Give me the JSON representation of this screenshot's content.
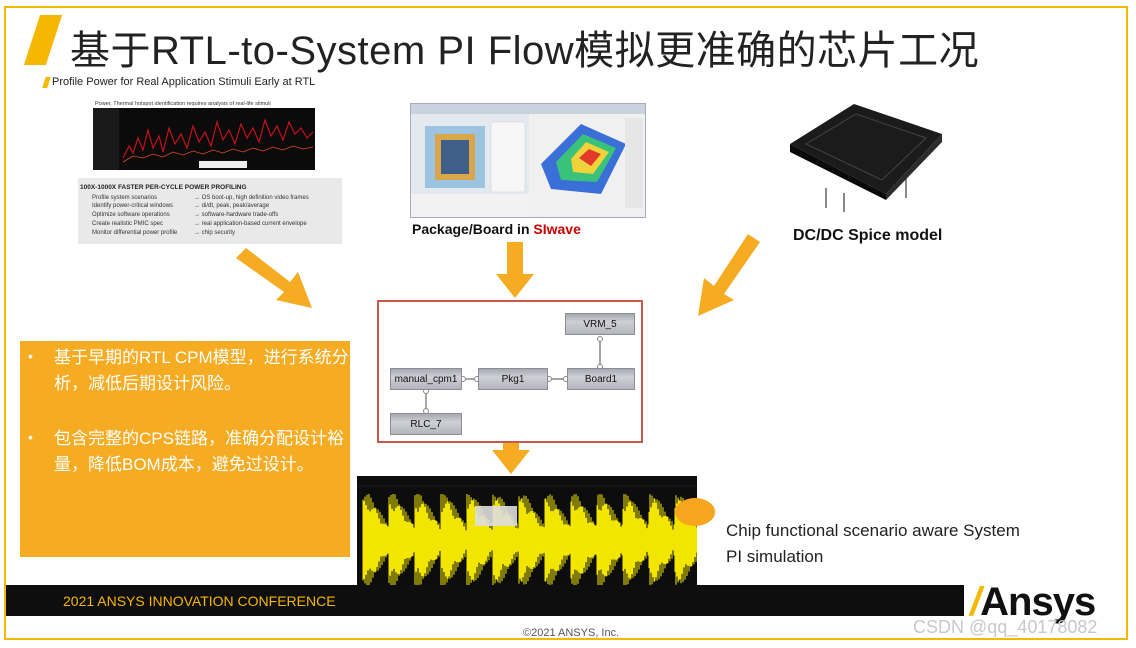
{
  "title": "基于RTL-to-System PI Flow模拟更准确的芯片工况",
  "subtitle": "Profile Power for Real Application Stimuli Early at RTL",
  "profile": {
    "caption": "Power, Thermal hotspot identification requires analysis of real-life stimuli",
    "heading": "100X-1000X FASTER PER-CYCLE POWER PROFILING",
    "rows": [
      {
        "left": "Profile system scenarios",
        "right": "→ OS boot-up, high definition video frames"
      },
      {
        "left": "Identify power-critical windows",
        "right": "→ di/dt, peak, peak/average"
      },
      {
        "left": "Optimize software operations",
        "right": "→ software-hardware trade-offs"
      },
      {
        "left": "Create realistic PMIC spec",
        "right": "→ real application-based current envelope"
      },
      {
        "left": "Monitor differential power profile",
        "right": "→ chip security"
      }
    ]
  },
  "package_label": {
    "prefix": "Package/Board in ",
    "brand": "SIwave"
  },
  "dcdc_label": "DC/DC Spice model",
  "schematic": {
    "vrm": "VRM_5",
    "cpm": "manual_cpm1",
    "pkg": "Pkg1",
    "board": "Board1",
    "rlc": "RLC_7"
  },
  "bullets": [
    "基于早期的RTL CPM模型，进行系统分析，减低后期设计风险。",
    "包含完整的CPS链路，准确分配设计裕量，降低BOM成本，避免过设计。"
  ],
  "chip_caption": [
    "Chip functional scenario aware System",
    "PI simulation"
  ],
  "footer": "2021 ANSYS INNOVATION CONFERENCE",
  "logo": {
    "slash": "/",
    "text": "Ansys"
  },
  "copyright": "©2021 ANSYS, Inc.",
  "watermark": "CSDN @qq_40178082",
  "colors": {
    "accent": "#f5b700",
    "orange_box": "#f5ab22",
    "schematic_border": "#c75a4a",
    "waveform": "#f2e600"
  }
}
